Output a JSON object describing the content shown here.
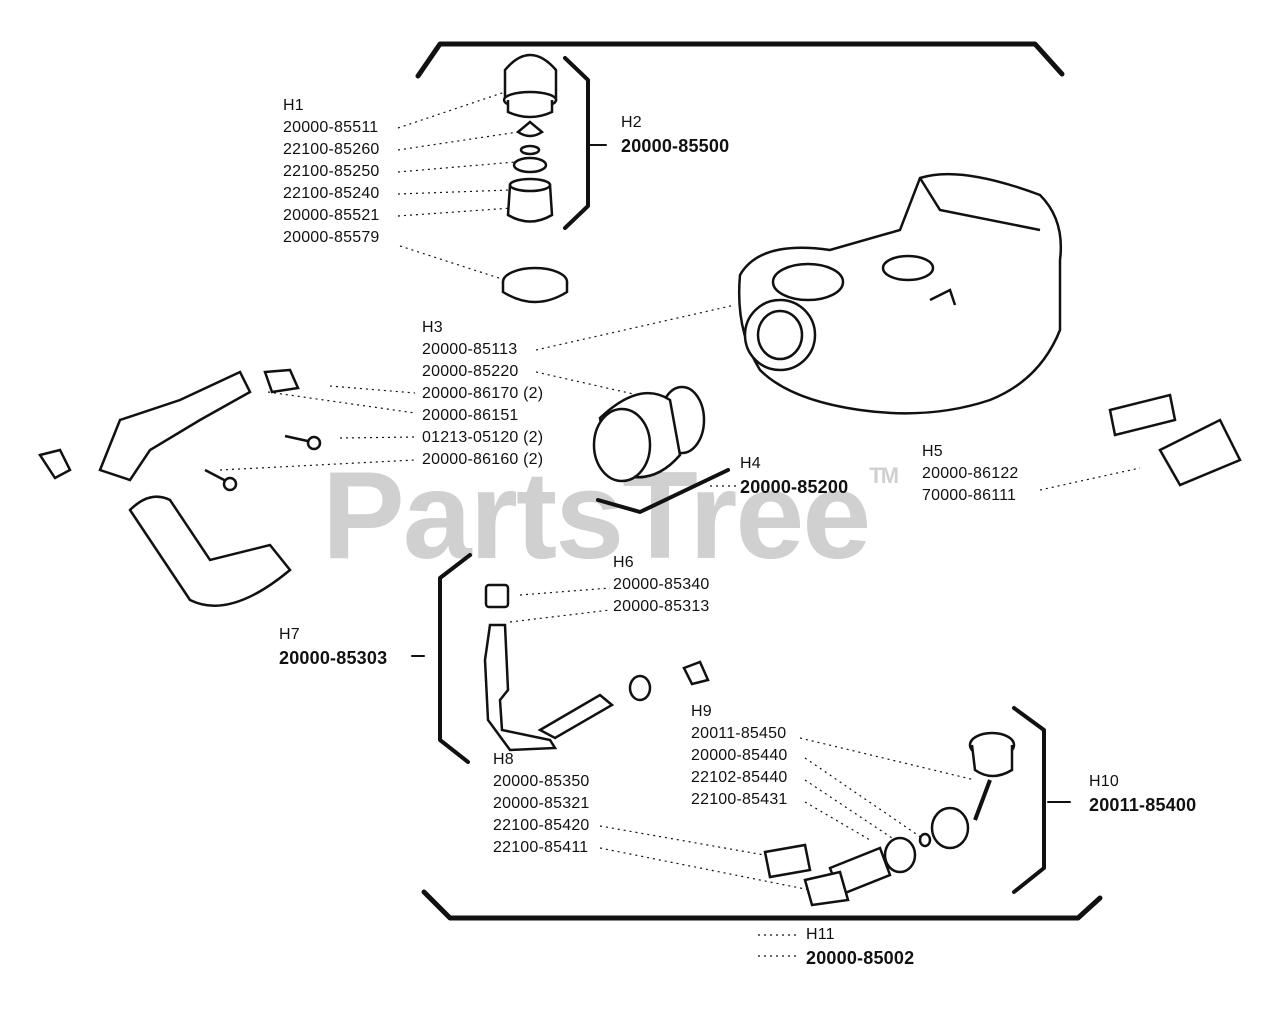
{
  "watermark": {
    "text": "PartsTree",
    "mark": "TM"
  },
  "groups": {
    "H1": {
      "ref": "H1",
      "parts": [
        "20000-85511",
        "22100-85260",
        "22100-85250",
        "22100-85240",
        "20000-85521",
        "20000-85579"
      ]
    },
    "H2": {
      "ref": "H2",
      "assembly": "20000-85500"
    },
    "H3": {
      "ref": "H3",
      "parts": [
        "20000-85113",
        "20000-85220",
        "20000-86170 (2)",
        "20000-86151",
        "01213-05120 (2)",
        "20000-86160 (2)"
      ]
    },
    "H4": {
      "ref": "H4",
      "assembly": "20000-85200"
    },
    "H5": {
      "ref": "H5",
      "parts": [
        "20000-86122",
        "70000-86111"
      ]
    },
    "H6": {
      "ref": "H6",
      "parts": [
        "20000-85340",
        "20000-85313"
      ]
    },
    "H7": {
      "ref": "H7",
      "assembly": "20000-85303"
    },
    "H8": {
      "ref": "H8",
      "parts": [
        "20000-85350",
        "20000-85321",
        "22100-85420",
        "22100-85411"
      ]
    },
    "H9": {
      "ref": "H9",
      "parts": [
        "20011-85450",
        "20000-85440",
        "22102-85440",
        "22100-85431"
      ]
    },
    "H10": {
      "ref": "H10",
      "assembly": "20011-85400"
    },
    "H11": {
      "ref": "H11",
      "assembly": "20000-85002"
    }
  }
}
